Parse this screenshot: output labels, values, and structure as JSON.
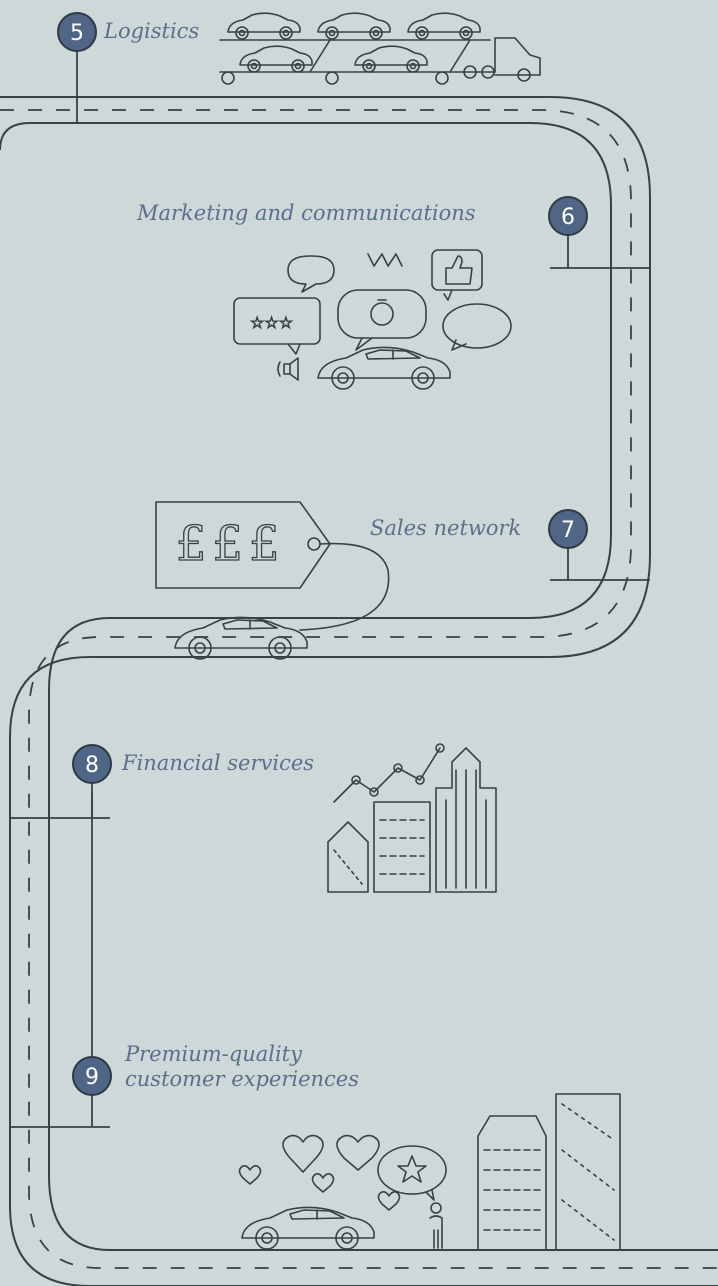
{
  "steps": [
    {
      "number": "5",
      "label": "Logistics"
    },
    {
      "number": "6",
      "label": "Marketing and communications"
    },
    {
      "number": "7",
      "label": "Sales network"
    },
    {
      "number": "8",
      "label": "Financial services"
    },
    {
      "number": "9",
      "label": "Premium-quality\ncustomer experiences"
    }
  ],
  "price_tag_text": "£££",
  "colors": {
    "background": "#cfd8d8",
    "badge": "#4f6686",
    "label_text": "#5a6f8e",
    "lines": "#3a4046"
  },
  "icons": [
    "car-transporter-icon",
    "speech-bubble-icon",
    "thumbs-up-icon",
    "stopwatch-icon",
    "rating-stars-icon",
    "speaker-icon",
    "price-tag-icon",
    "sports-car-icon",
    "rising-chart-icon",
    "city-buildings-icon",
    "heart-icon",
    "star-bubble-icon",
    "person-icon"
  ]
}
